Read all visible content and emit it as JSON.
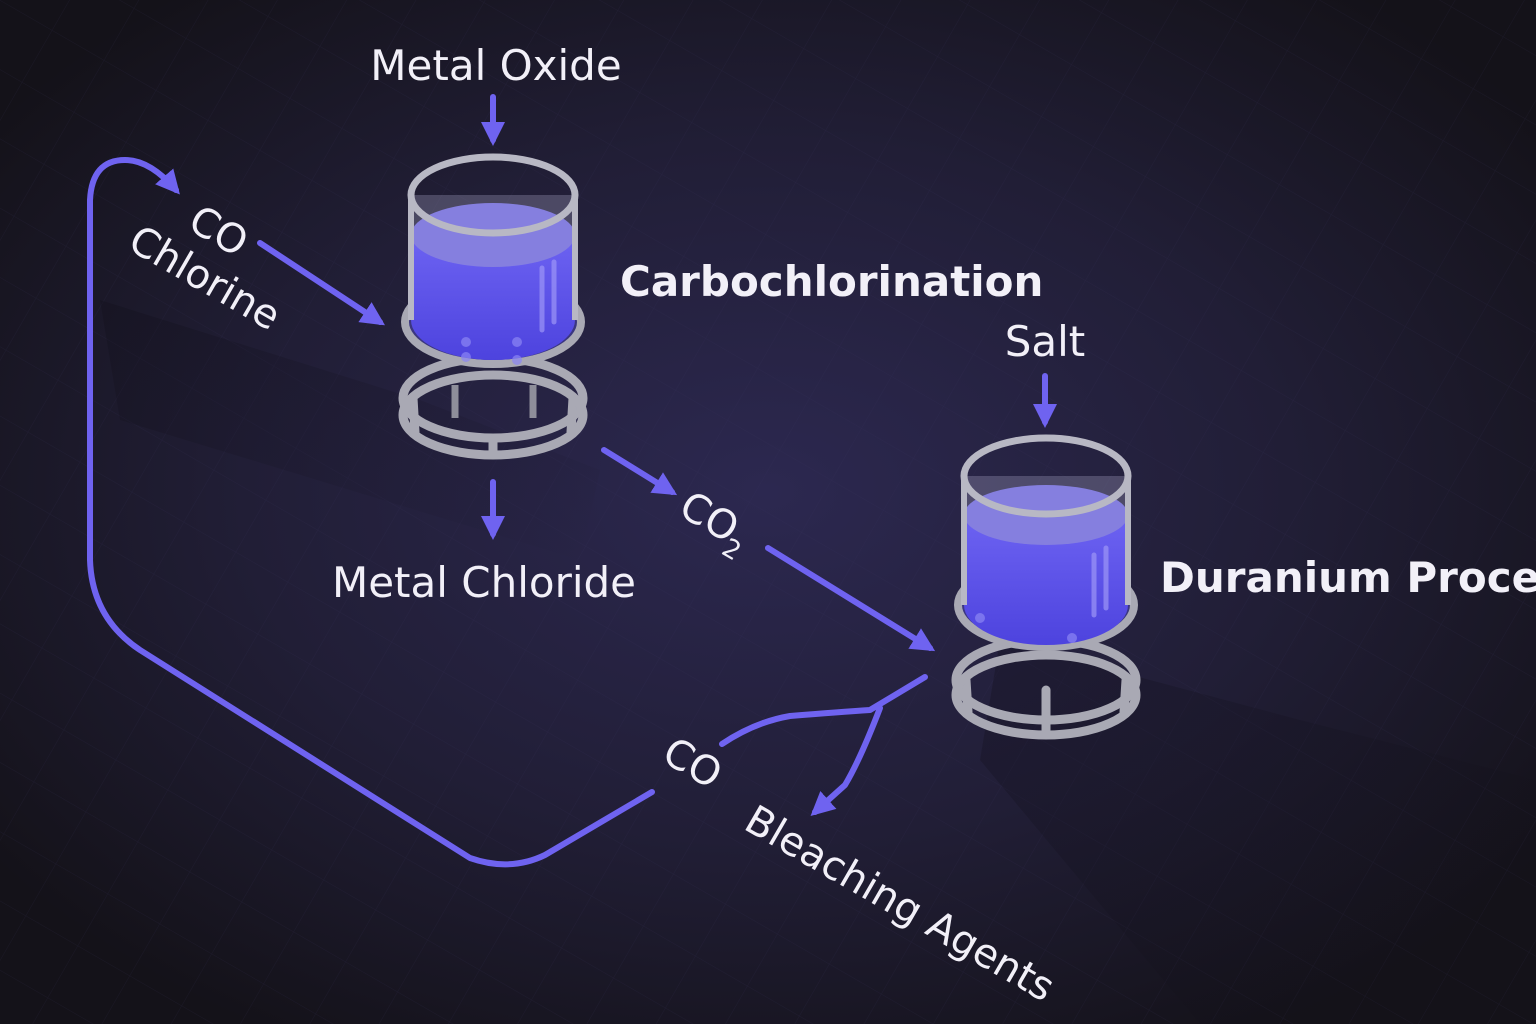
{
  "inputs": {
    "metal_oxide": "Metal Oxide",
    "co": "CO",
    "chlorine": "Chlorine",
    "salt": "Salt"
  },
  "processes": {
    "carbochlorination": "Carbochlorination",
    "duranium": "Duranium Process"
  },
  "outputs": {
    "metal_chloride": "Metal Chloride",
    "co2_main": "CO",
    "co2_subscript": "2",
    "co_recycle": "CO",
    "bleaching_agents": "Bleaching Agents"
  },
  "colors": {
    "background": "#16141f",
    "background_glow": "#2c2850",
    "flow_line": "#6f63f0",
    "liquid": "#5b51e8",
    "tank_frame": "#a9a9b4",
    "label_text": "#f2f0f8"
  }
}
